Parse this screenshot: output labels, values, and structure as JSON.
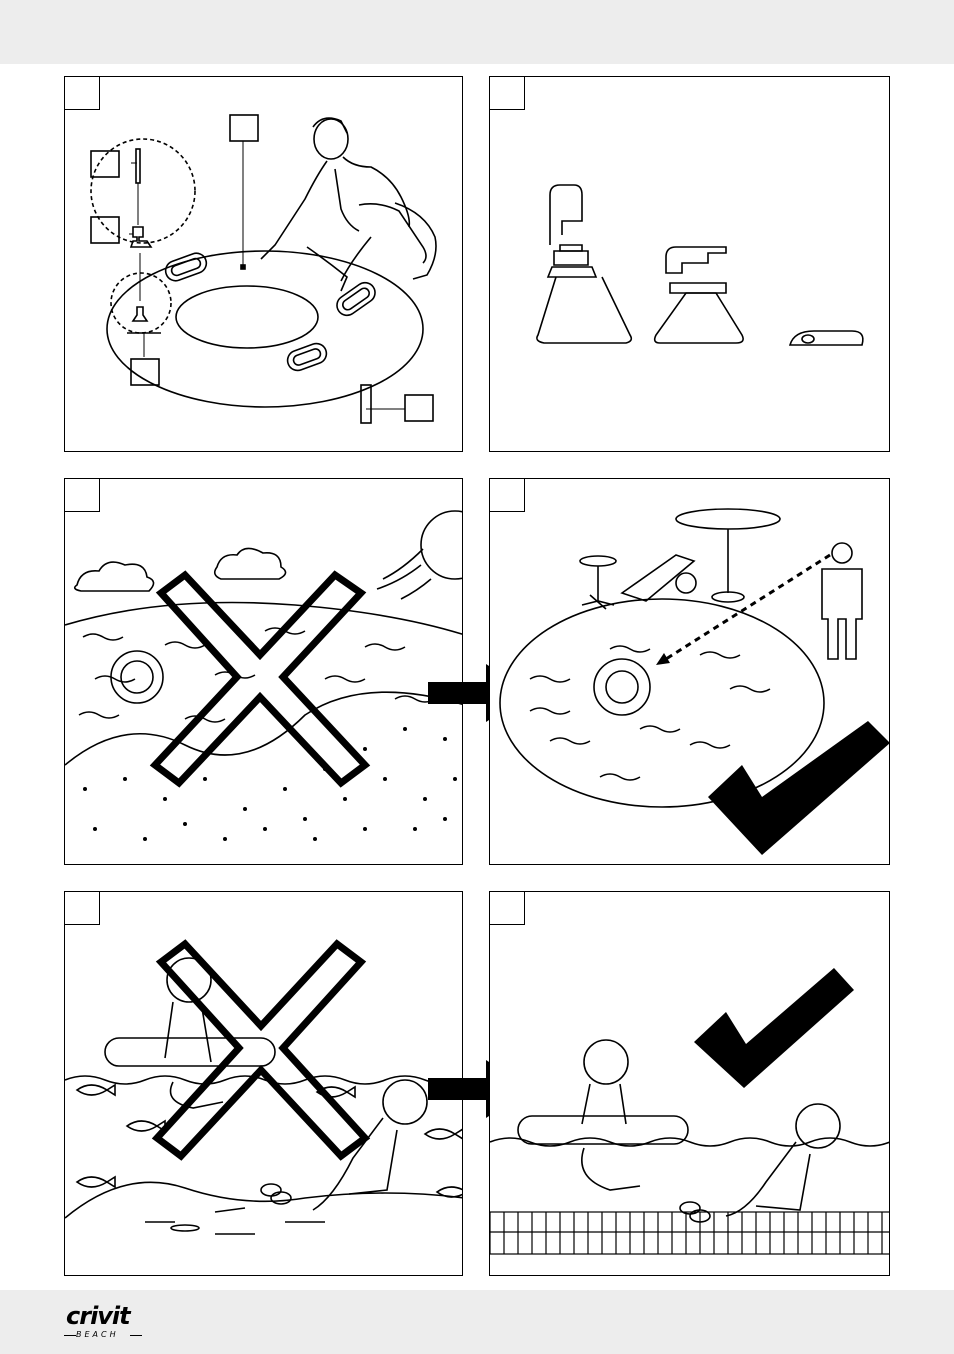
{
  "brand": {
    "name": "crivit",
    "tagline": "BEACH"
  },
  "panels": [
    {
      "id": "1",
      "label": ""
    },
    {
      "id": "2",
      "label": ""
    },
    {
      "id": "3",
      "label": ""
    },
    {
      "id": "4",
      "label": ""
    },
    {
      "id": "5",
      "label": ""
    },
    {
      "id": "6",
      "label": ""
    }
  ],
  "icons": [
    "cross-mark-icon",
    "check-mark-icon",
    "arrow-right-icon"
  ]
}
